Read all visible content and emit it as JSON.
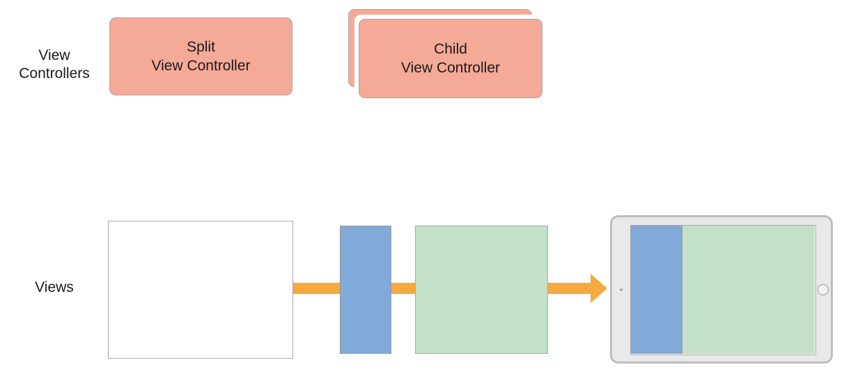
{
  "labels": {
    "view_controllers_line1": "View",
    "view_controllers_line2": "Controllers",
    "views": "Views"
  },
  "split_view_controller": {
    "line1": "Split",
    "line2": "View Controller"
  },
  "child_view_controller": {
    "line1": "Child",
    "line2": "View Controller"
  },
  "colors": {
    "controller_fill": "#f5a997",
    "primary_view": "#82aad9",
    "secondary_view": "#c3e1c9",
    "arrow": "#f5a93e",
    "device_frame": "#e9e9e9"
  }
}
